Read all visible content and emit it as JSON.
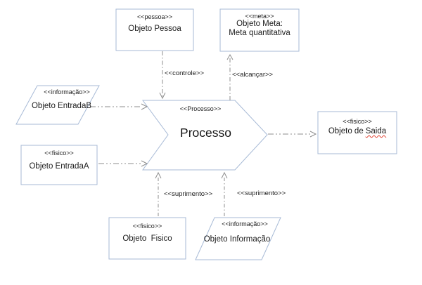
{
  "colors": {
    "background": "#ffffff",
    "shape_border": "#a7bad6",
    "connector": "#8d8d8d",
    "text": "#1c1c1c",
    "spellcheck_underline": "#e0402f"
  },
  "nodes": {
    "pessoa": {
      "stereotype": "<<pessoa>>",
      "name": "Objeto Pessoa"
    },
    "meta": {
      "stereotype": "<<meta>>",
      "name_line1": "Objeto Meta:",
      "name_line2": "Meta quantitativa"
    },
    "entrada_b": {
      "stereotype": "<<informação>>",
      "name": "Objeto EntradaB"
    },
    "entrada_a": {
      "stereotype": "<<fisico>>",
      "name": "Objeto EntradaA"
    },
    "processo": {
      "stereotype": "<<Processo>>",
      "name": "Processo"
    },
    "saida": {
      "stereotype": "<<fisico>>",
      "name_prefix": "Objeto de",
      "name_flagged": "Saida"
    },
    "fisico": {
      "stereotype": "<<fisico>>",
      "name": "Objeto  Fisico"
    },
    "informacao": {
      "stereotype": "<<informação>>",
      "name": "Objeto Informação"
    }
  },
  "edges": {
    "controle": {
      "label": "<<controle>>"
    },
    "alcancar": {
      "label": "<<alcançar>>"
    },
    "suprimento_left": {
      "label": "<<suprimento>>"
    },
    "suprimento_right": {
      "label": "<<suprimento>>"
    }
  }
}
